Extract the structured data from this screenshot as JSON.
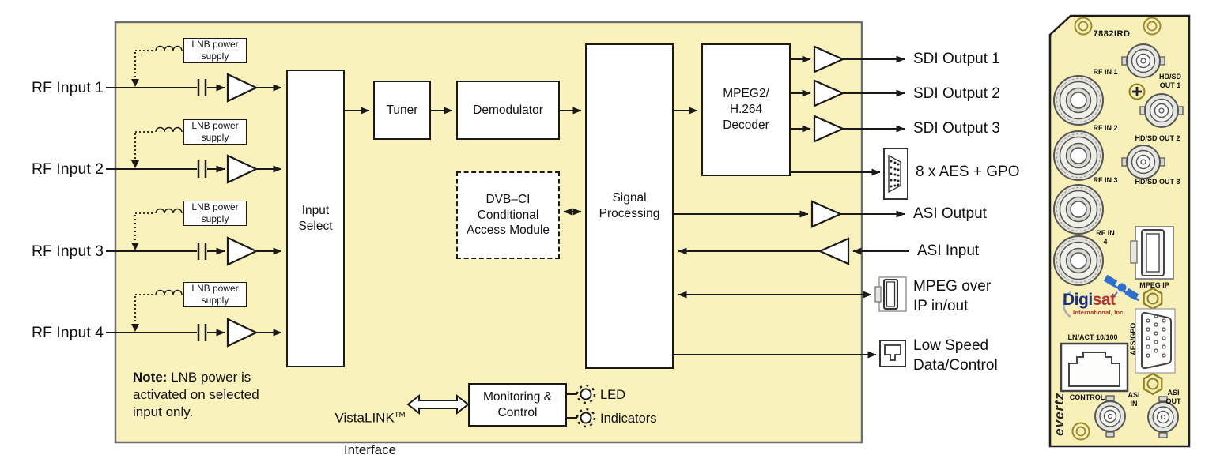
{
  "colors": {
    "diagram_bg": "#F9F2BD",
    "panel_bg": "#F7F0B8",
    "line": "#1a1a1a",
    "outer_border": "#6e6e6e",
    "digisat_navy": "#1c2f7c",
    "digisat_red": "#b43232",
    "satellite_blue": "#2e6fd0",
    "olive": "#8f7f1f"
  },
  "diagram": {
    "rf_inputs": [
      "RF Input 1",
      "RF Input 2",
      "RF Input 3",
      "RF Input 4"
    ],
    "lnb_label": "LNB power\nsupply",
    "blocks": {
      "input_select": "Input\nSelect",
      "tuner": "Tuner",
      "demodulator": "Demodulator",
      "dvb_ci": "DVB–CI\nConditional\nAccess Module",
      "signal_processing": "Signal\nProcessing",
      "decoder": "MPEG2/\nH.264\nDecoder",
      "monitoring": "Monitoring &\nControl"
    },
    "ports": {
      "sdi_1": "SDI Output 1",
      "sdi_2": "SDI Output 2",
      "sdi_3": "SDI Output 3",
      "aes_gpo": "8 x AES + GPO",
      "asi_output": "ASI Output",
      "asi_input": "ASI Input",
      "mpeg_ip": "MPEG over\nIP in/out",
      "low_speed": "Low Speed\nData/Control"
    },
    "note_prefix": "Note:",
    "note_line1_rest": " LNB power is",
    "note_line2": "activated on selected",
    "note_line3": "input only.",
    "vistalink": {
      "name": "VistaLINK",
      "tm": "TM",
      "line2": "Interface"
    },
    "led_label": "LED\nIndicators"
  },
  "panel": {
    "model": "7882IRD",
    "rf_in_1": "RF IN 1",
    "rf_in_2": "RF IN 2",
    "rf_in_3": "RF IN 3",
    "rf_in_4": "RF IN\n4",
    "hd_sd_out_1": "HD/SD\nOUT 1",
    "hd_sd_out_2": "HD/SD OUT 2",
    "hd_sd_out_3": "HD/SD OUT 3",
    "mpeg_ip": "MPEG IP",
    "aes_gpo": "AES/GPO",
    "ln_act": "LN/ACT 10/100",
    "control": "CONTROL",
    "asi_in": "ASI\nIN",
    "asi_out": "ASI\nOUT",
    "brand": "evertz",
    "logo": {
      "part1": "Digi",
      "part2": "sat",
      "subtitle": "International, Inc."
    }
  }
}
